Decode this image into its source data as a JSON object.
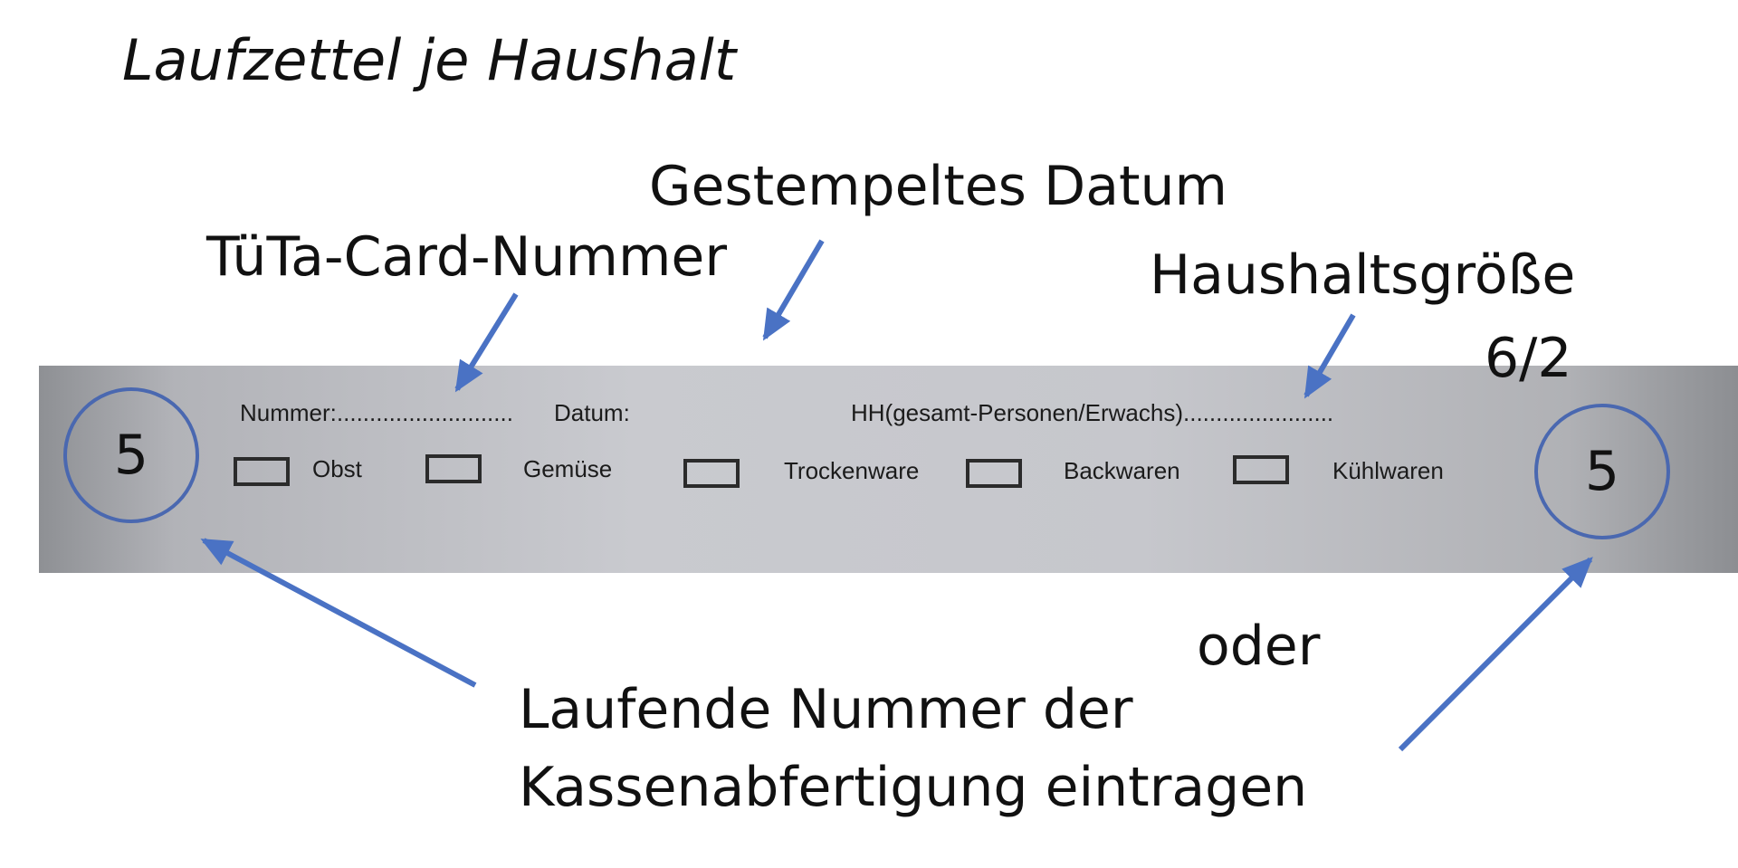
{
  "title": "Laufzettel je Haushalt",
  "callouts": {
    "stamped_date": "Gestempeltes Datum",
    "card_number": "TüTa-Card-Nummer",
    "household_size": "Haushaltsgröße",
    "household_size_value": "6/2",
    "or": "oder",
    "running_number_line1": "Laufende Nummer der",
    "running_number_line2": "Kassenabfertigung eintragen"
  },
  "form": {
    "number_label": "Nummer:...........................",
    "date_label": "Datum:",
    "household_label": "HH(gesamt-Personen/Erwachs).......................",
    "categories": [
      "Obst",
      "Gemüse",
      "Trockenware",
      "Backwaren",
      "Kühlwaren"
    ]
  },
  "circles": {
    "left": "5",
    "right": "5"
  },
  "colors": {
    "accent": "#4a72c4",
    "circle": "#4a68b0",
    "strip": "#c6c7cc"
  }
}
